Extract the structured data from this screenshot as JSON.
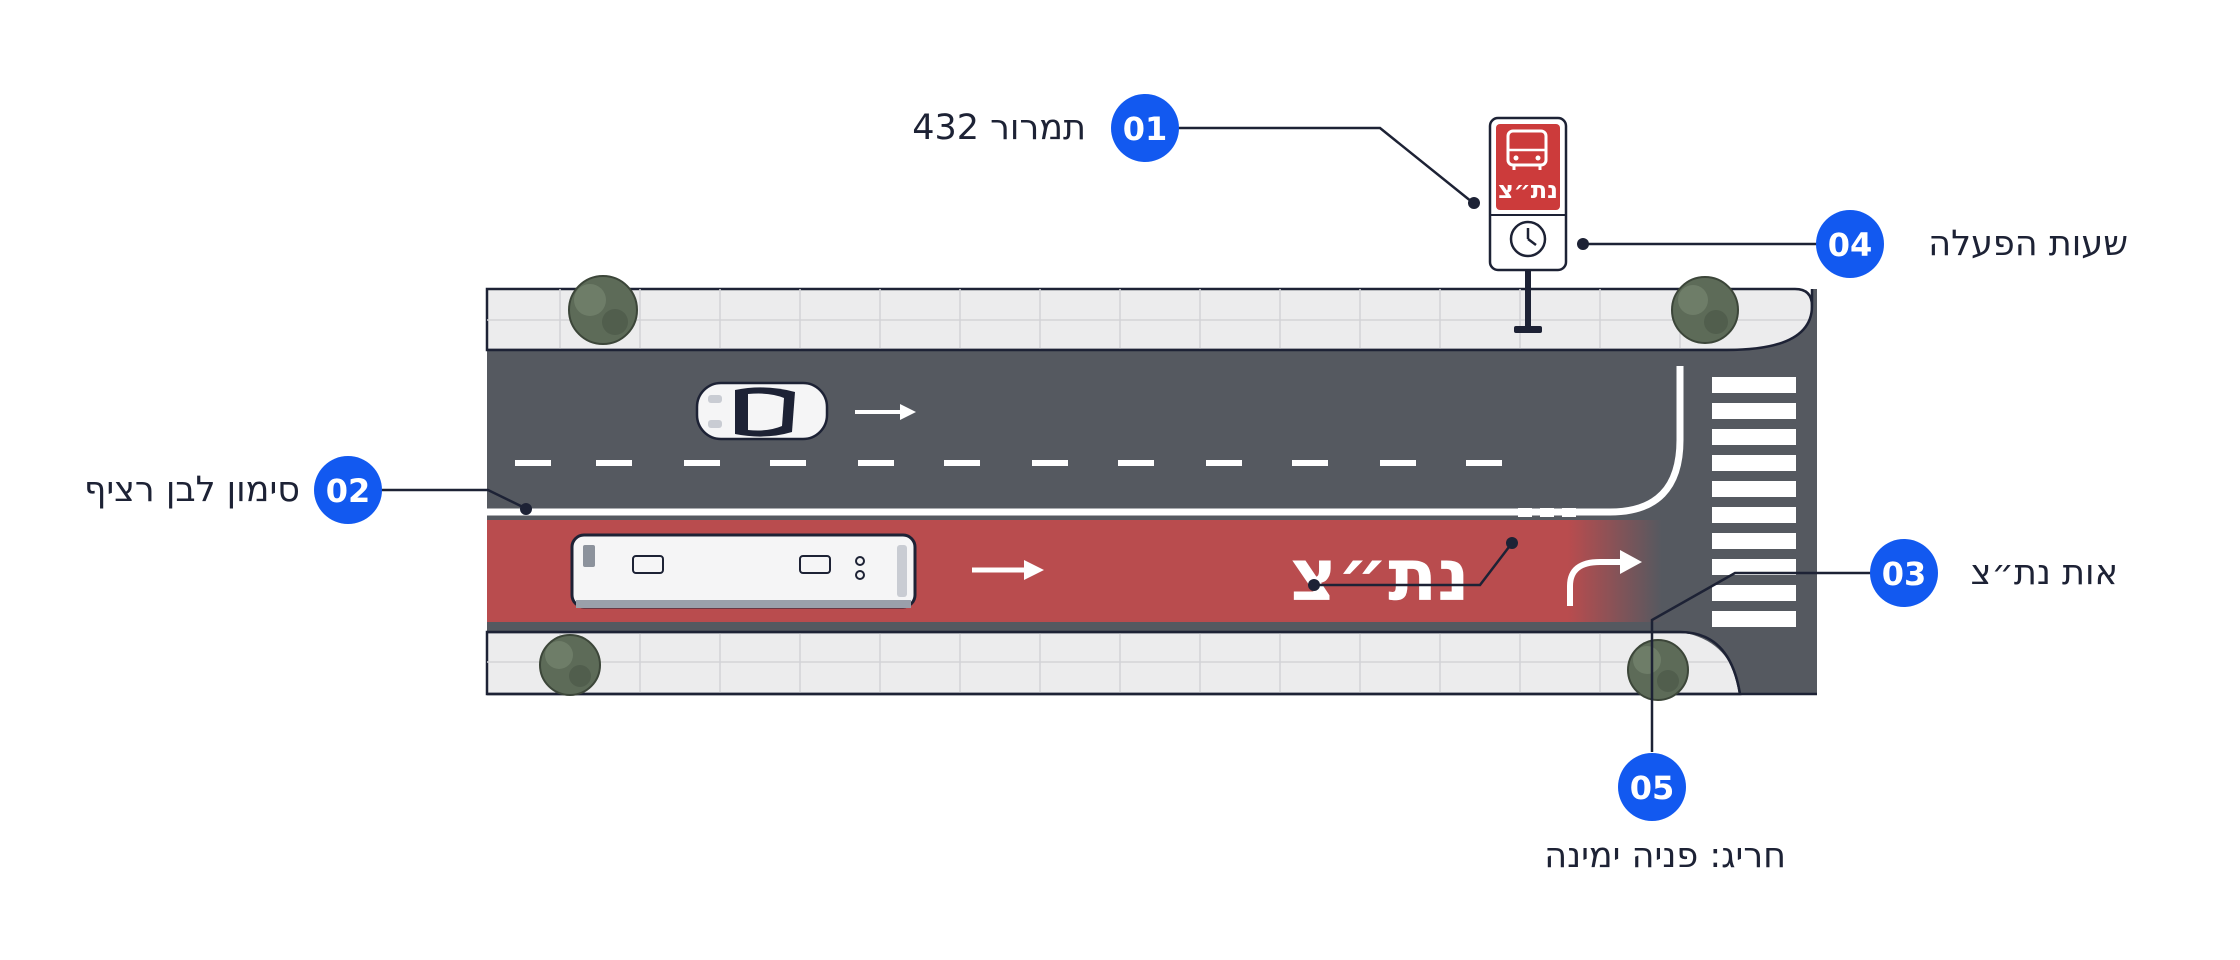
{
  "colors": {
    "badge": "#1259f0",
    "ink": "#1d2235",
    "asphalt": "#555960",
    "bus_lane": "#b94c4e",
    "sidewalk": "#ececed",
    "tree": "#5d6b58",
    "sign_red": "#cc3b3b"
  },
  "callouts": [
    {
      "number": "01",
      "label": "תמרור 432"
    },
    {
      "number": "02",
      "label": "סימון לבן רציף"
    },
    {
      "number": "03",
      "label": "אות נת״צ"
    },
    {
      "number": "04",
      "label": "שעות הפעלה"
    },
    {
      "number": "05",
      "label": "חריג: פניה ימינה"
    }
  ],
  "road": {
    "lane_text": "נת״צ",
    "sign_text": "נת״צ"
  },
  "icons": {
    "sign_top": "bus-icon",
    "sign_bottom": "clock-icon",
    "lane_arrow": "arrow-right-icon",
    "turn_arrow": "turn-right-arrow-icon"
  }
}
